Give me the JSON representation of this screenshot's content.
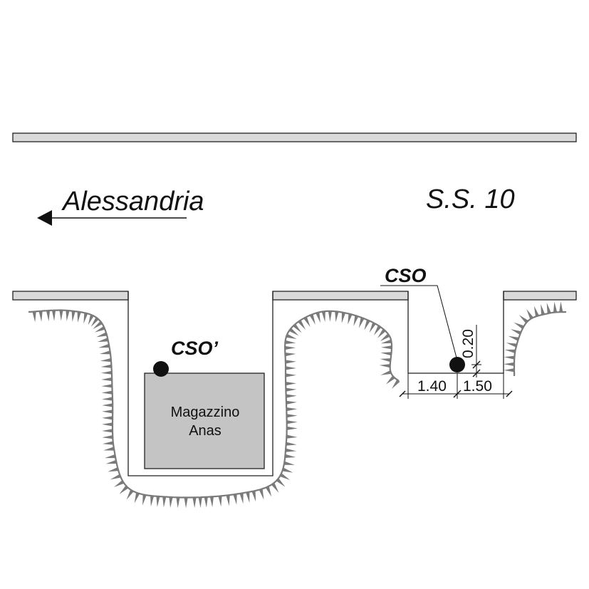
{
  "direction": {
    "label": "Alessandria"
  },
  "road": {
    "label": "S.S. 10"
  },
  "points": {
    "cso": "CSO",
    "cso_prime": "CSO’"
  },
  "building": {
    "line1": "Magazzino",
    "line2": "Anas"
  },
  "dimensions": {
    "left": "1.40",
    "right": "1.50",
    "depth": "0.20"
  },
  "colors": {
    "wall_fill": "#d9d9d9",
    "building_fill": "#c4c4c4",
    "hatch": "#7a7a7a",
    "ink": "#111111"
  }
}
